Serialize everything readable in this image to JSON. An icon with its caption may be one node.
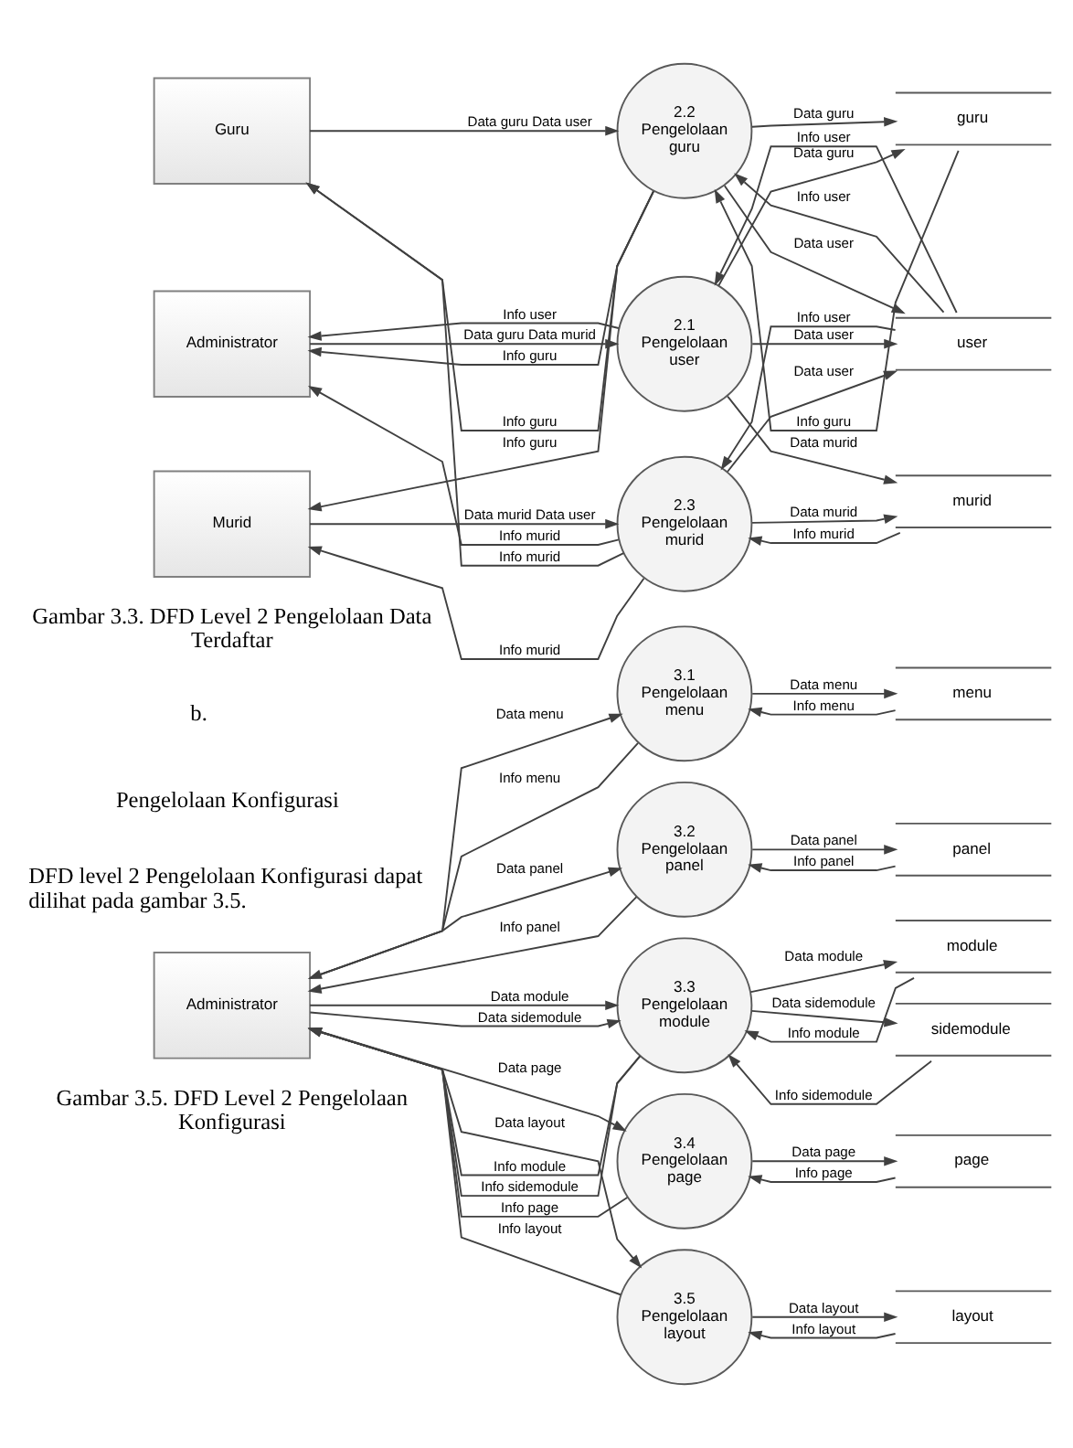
{
  "diagram": {
    "nodes": [
      {
        "text": [
          "Administrator"
        ]
      },
      {
        "text": [
          "2.1",
          "Pengelolaan user"
        ]
      },
      {
        "text": [
          "user"
        ]
      },
      {
        "text": [
          "Guru"
        ]
      },
      {
        "text": [
          "2.2",
          "Pengelolaan guru"
        ]
      },
      {
        "text": [
          "guru"
        ]
      },
      {
        "text": [
          "Murid"
        ]
      },
      {
        "text": [
          "2.3",
          "Pengelolaan murid"
        ]
      },
      {
        "text": [
          "murid"
        ]
      },
      {
        "text": [
          "3.1",
          "Pengelolaan menu"
        ]
      },
      {
        "text": [
          "menu"
        ]
      },
      {
        "text": [
          "3.2",
          "Pengelolaan panel"
        ]
      },
      {
        "text": [
          "panel"
        ]
      },
      {
        "text": [
          "Administrator"
        ]
      },
      {
        "text": [
          "3.3",
          "Pengelolaan module"
        ]
      },
      {
        "text": [
          "module"
        ]
      },
      {
        "text": [
          "sidemodule"
        ]
      },
      {
        "text": [
          "3.4",
          "Pengelolaan page"
        ]
      },
      {
        "text": [
          "page"
        ]
      },
      {
        "text": [
          "3.5",
          "Pengelolaan layout"
        ]
      },
      {
        "text": [
          "layout"
        ]
      }
    ],
    "edges": [
      {
        "from": 0,
        "to": 1,
        "label": "Data guru Data murid",
        "arrow": "to"
      },
      {
        "from": 1,
        "to": 0,
        "label": "Info user",
        "arrow": "to"
      },
      {
        "from": 1,
        "to": 2,
        "label": "Data user",
        "arrow": "to"
      },
      {
        "from": 2,
        "to": 1,
        "label": "Info user",
        "arrow": "to"
      },
      {
        "from": 1,
        "to": 5,
        "label": "Data guru",
        "arrow": "to"
      },
      {
        "from": 2,
        "to": 4,
        "label": "Info user",
        "arrow": "to"
      },
      {
        "from": 2,
        "to": 7,
        "label": "Info user",
        "arrow": "to"
      },
      {
        "from": 4,
        "to": 2,
        "label": "Data user",
        "arrow": "to"
      },
      {
        "from": 7,
        "to": 2,
        "label": "Data user",
        "arrow": "to"
      },
      {
        "from": 4,
        "to": 0,
        "label": "Info guru",
        "arrow": "to"
      },
      {
        "from": 7,
        "to": 0,
        "label": "Info murid",
        "arrow": "to"
      },
      {
        "from": 4,
        "to": 5,
        "label": "Data guru",
        "arrow": "to"
      },
      {
        "from": 5,
        "to": 4,
        "label": "Info guru",
        "arrow": "to"
      },
      {
        "from": 4,
        "to": 3,
        "label": "Info guru",
        "arrow": "to"
      },
      {
        "from": 3,
        "to": 4,
        "label": "Data guru Data user",
        "arrow": "to"
      },
      {
        "from": 7,
        "to": 3,
        "label": "Info murid",
        "arrow": "to"
      },
      {
        "from": 1,
        "to": 8,
        "label": "Data murid",
        "arrow": "to"
      },
      {
        "from": 4,
        "to": 6,
        "label": "Info guru",
        "arrow": "to"
      },
      {
        "from": 6,
        "to": 7,
        "label": "Data murid Data user",
        "arrow": "to"
      },
      {
        "from": 7,
        "to": 8,
        "label": "Data murid",
        "arrow": "to"
      },
      {
        "from": 8,
        "to": 7,
        "label": "Info murid",
        "arrow": "to"
      },
      {
        "from": 7,
        "to": 6,
        "label": "Info murid",
        "arrow": "to"
      },
      {
        "from": 13,
        "to": 9,
        "label": "Data menu",
        "arrow": "to"
      },
      {
        "from": 9,
        "to": 13,
        "label": "Info menu",
        "arrow": "to"
      },
      {
        "from": 9,
        "to": 10,
        "label": "Data menu",
        "arrow": "to"
      },
      {
        "from": 10,
        "to": 9,
        "label": "Info menu",
        "arrow": "to"
      },
      {
        "from": 13,
        "to": 11,
        "label": "Data panel",
        "arrow": "to"
      },
      {
        "from": 11,
        "to": 13,
        "label": "Info panel",
        "arrow": "to"
      },
      {
        "from": 11,
        "to": 12,
        "label": "Data panel",
        "arrow": "to"
      },
      {
        "from": 12,
        "to": 11,
        "label": "Info panel",
        "arrow": "to"
      },
      {
        "from": 13,
        "to": 14,
        "label": "Data module",
        "arrow": "to"
      },
      {
        "from": 14,
        "to": 13,
        "label": "Info module",
        "arrow": "to"
      },
      {
        "from": 13,
        "to": 14,
        "label": "Data sidemodule",
        "arrow": "to"
      },
      {
        "from": 14,
        "to": 13,
        "label": "Info sidemodule",
        "arrow": "to"
      },
      {
        "from": 15,
        "to": 14,
        "label": "Info module",
        "arrow": "to"
      },
      {
        "from": 14,
        "to": 15,
        "label": "Data module",
        "arrow": "to"
      },
      {
        "from": 16,
        "to": 14,
        "label": "Info sidemodule",
        "arrow": "to"
      },
      {
        "from": 14,
        "to": 16,
        "label": "Data sidemodule",
        "arrow": "to"
      },
      {
        "from": 13,
        "to": 17,
        "label": "Data page",
        "arrow": "to"
      },
      {
        "from": 17,
        "to": 13,
        "label": "Info page",
        "arrow": "to"
      },
      {
        "from": 17,
        "to": 18,
        "label": "Data page",
        "arrow": "to"
      },
      {
        "from": 18,
        "to": 17,
        "label": "Info page",
        "arrow": "to"
      },
      {
        "from": 13,
        "to": 19,
        "label": "Data layout",
        "arrow": "to"
      },
      {
        "from": 19,
        "to": 13,
        "label": "Info layout",
        "arrow": "to"
      },
      {
        "from": 19,
        "to": 20,
        "label": "Data layout",
        "arrow": "to"
      },
      {
        "from": 20,
        "to": 19,
        "label": "Info layout",
        "arrow": "to"
      }
    ],
    "labels": [
      "Gambar 3.3. DFD Level 2 Pengelolaan Data Terdaftar",
      "b.",
      "Pengelolaan Konfigurasi",
      "DFD level 2 Pengelolaan Konfigurasi dapat dilihat pada gambar 3.5.",
      "Gambar 3.5. DFD Level 2 Pengelolaan Konfigurasi"
    ]
  }
}
